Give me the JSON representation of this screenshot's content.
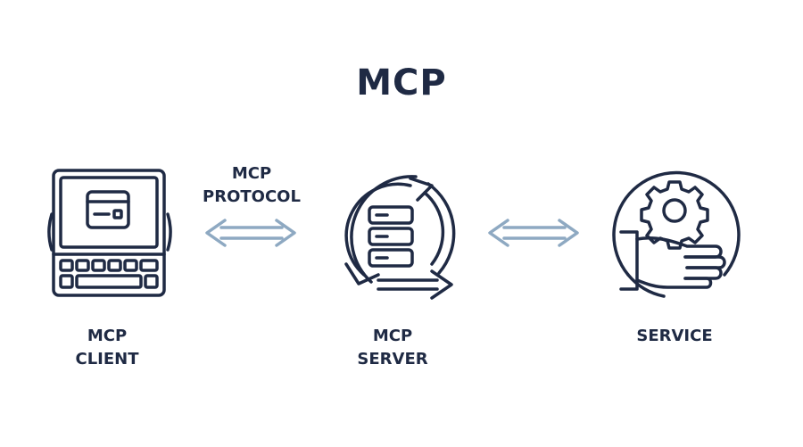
{
  "title": "MCP",
  "protocol_label": {
    "line1": "MCP",
    "line2": "PROTOCOL"
  },
  "client_label": {
    "line1": "MCP",
    "line2": "CLIENT"
  },
  "server_label": {
    "line1": "MCP",
    "line2": "SERVER"
  },
  "service_label": {
    "line1": "SERVICE"
  },
  "colors": {
    "ink": "#1f2a44",
    "arrow": "#8ea9c2",
    "background": "#ffffff"
  },
  "icons": {
    "client": "tablet-keyboard-icon",
    "server": "server-cycle-icon",
    "service": "gear-hand-icon",
    "protocol_arrow": "double-arrow-icon",
    "server_service_arrow": "double-arrow-icon"
  }
}
